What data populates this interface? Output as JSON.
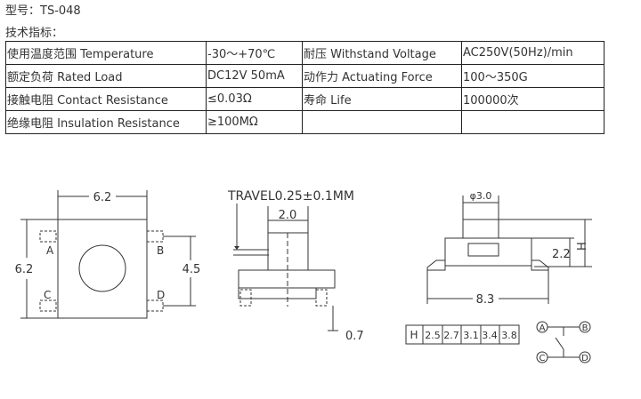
{
  "header": {
    "model_line": "型号：TS-048",
    "tech_title": "技术指标："
  },
  "spec_table": {
    "rows": [
      [
        "使用温度范围 Temperature",
        "-30～+70℃",
        "耐压 Withstand Voltage",
        "AC250V(50Hz)/min"
      ],
      [
        "额定负荷 Rated Load",
        "DC12V 50mA",
        "动作力 Actuating Force",
        "100～350G"
      ],
      [
        "接触电阻 Contact Resistance",
        "≤0.03Ω",
        "寿命 Life",
        "100000次"
      ],
      [
        "绝缘电阻 Insulation Resistance",
        "≥100MΩ",
        "",
        ""
      ]
    ]
  },
  "drawing": {
    "top_view": {
      "width_dim": "6.2",
      "height_dim": "6.2",
      "pad_dim": "4.5",
      "pin_labels": [
        "A",
        "B",
        "C",
        "D"
      ]
    },
    "side_view": {
      "travel_note": "TRAVEL0.25±0.1MM",
      "stem_dim": "2.0",
      "pin_dim": "0.7"
    },
    "front_view": {
      "button_dia": "φ3.0",
      "body_height": "2.2",
      "h_label": "H",
      "length_dim": "8.3"
    },
    "h_table": [
      "H",
      "2.5",
      "2.7",
      "3.1",
      "3.4",
      "3.8"
    ],
    "schematic": {
      "terminals": [
        "A",
        "B",
        "C",
        "D"
      ]
    }
  }
}
